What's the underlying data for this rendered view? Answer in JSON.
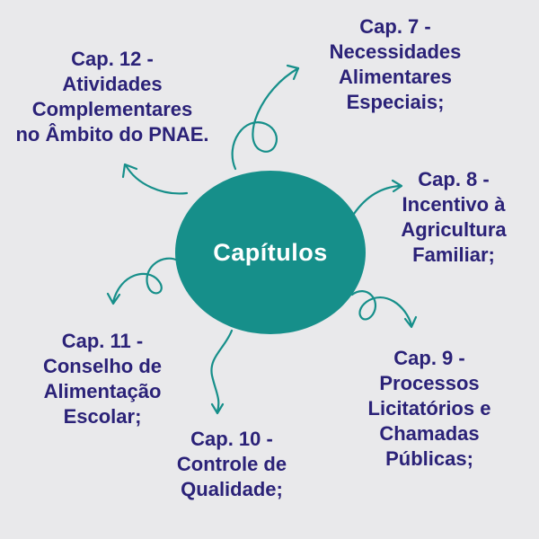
{
  "center": {
    "label": "Capítulos"
  },
  "chapters": {
    "cap12": {
      "lines": [
        "Cap. 12 -",
        "Atividades",
        "Complementares",
        "no Âmbito do PNAE."
      ]
    },
    "cap7": {
      "lines": [
        "Cap. 7 -",
        "Necessidades",
        "Alimentares",
        "Especiais;"
      ]
    },
    "cap8": {
      "lines": [
        "Cap. 8 -",
        "Incentivo à",
        "Agricultura",
        "Familiar;"
      ]
    },
    "cap9": {
      "lines": [
        "Cap. 9 -",
        "Processos",
        "Licitatórios e",
        "Chamadas",
        "Públicas;"
      ]
    },
    "cap10": {
      "lines": [
        "Cap. 10 -",
        "Controle de",
        "Qualidade;"
      ]
    },
    "cap11": {
      "lines": [
        "Cap. 11 -",
        "Conselho de",
        "Alimentação",
        "Escolar;"
      ]
    }
  },
  "colors": {
    "background": "#e9e9eb",
    "accent": "#168f8a",
    "text": "#2b2278"
  }
}
